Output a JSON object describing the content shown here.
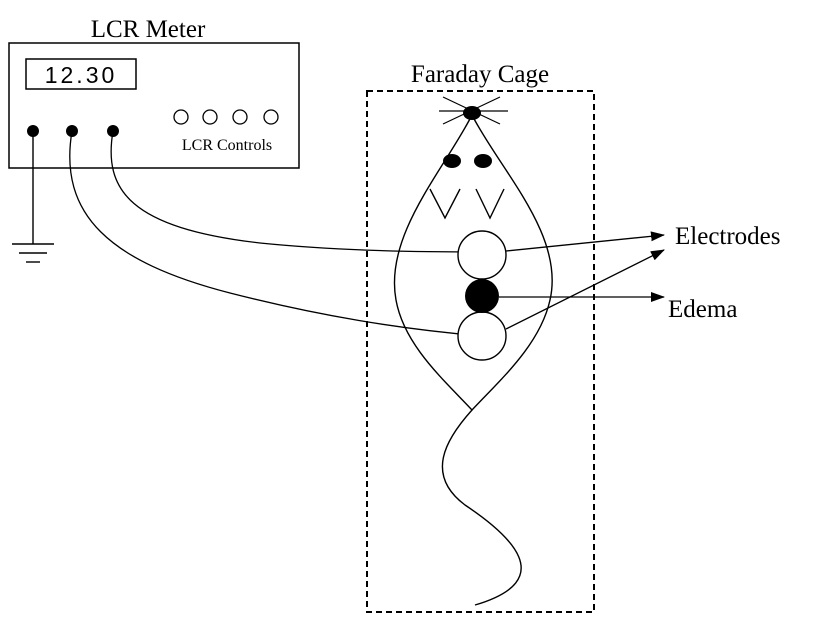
{
  "meter": {
    "title": "LCR Meter",
    "display_value": "12.30",
    "controls_label": "LCR Controls"
  },
  "cage": {
    "title": "Faraday Cage"
  },
  "labels": {
    "electrodes": "Electrodes",
    "edema": "Edema"
  }
}
